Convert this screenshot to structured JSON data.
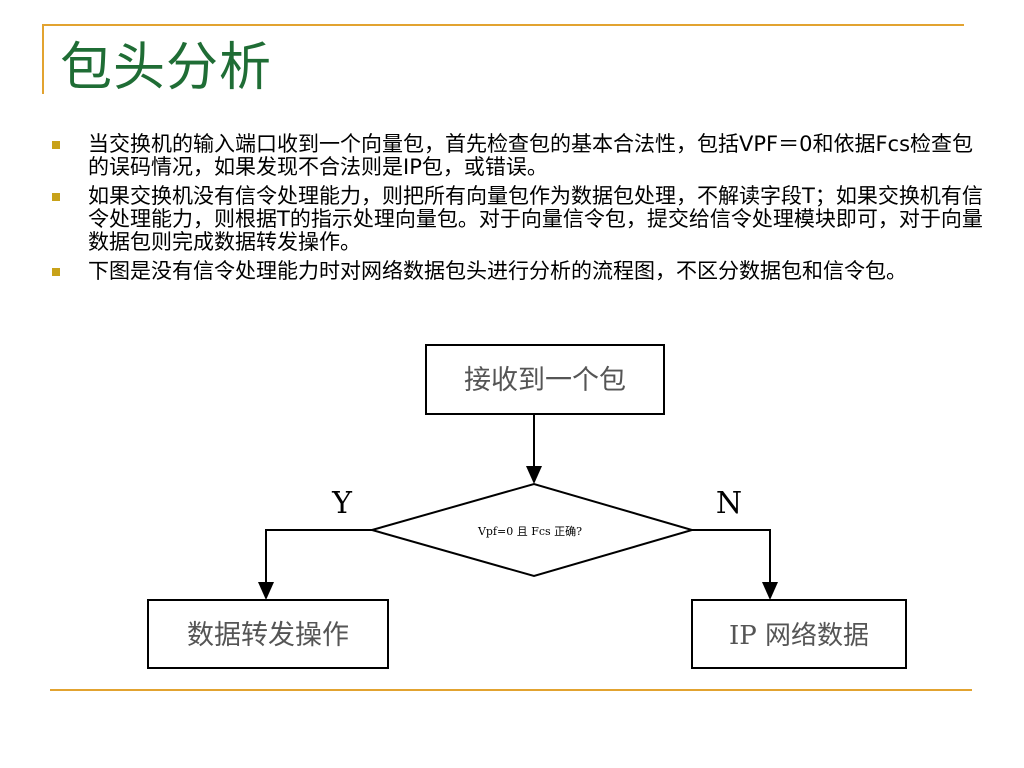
{
  "title": "包头分析",
  "bullets": [
    "当交换机的输入端口收到一个向量包，首先检查包的基本合法性，包括VPF＝0和依据Fcs检查包的误码情况，如果发现不合法则是IP包，或错误。",
    "如果交换机没有信令处理能力，则把所有向量包作为数据包处理，不解读字段T；如果交换机有信令处理能力，则根据T的指示处理向量包。对于向量信令包，提交给信令处理模块即可，对于向量数据包则完成数据转发操作。",
    "下图是没有信令处理能力时对网络数据包头进行分析的流程图，不区分数据包和信令包。"
  ],
  "flowchart": {
    "start_box": "接收到一个包",
    "decision": "Vpf=0 且 Fcs 正确?",
    "yes_label": "Y",
    "no_label": "N",
    "yes_box": "数据转发操作",
    "no_box": "IP 网络数据"
  },
  "colors": {
    "title": "#1f6d35",
    "rule": "#e2a330",
    "bullet": "#c8a219"
  }
}
